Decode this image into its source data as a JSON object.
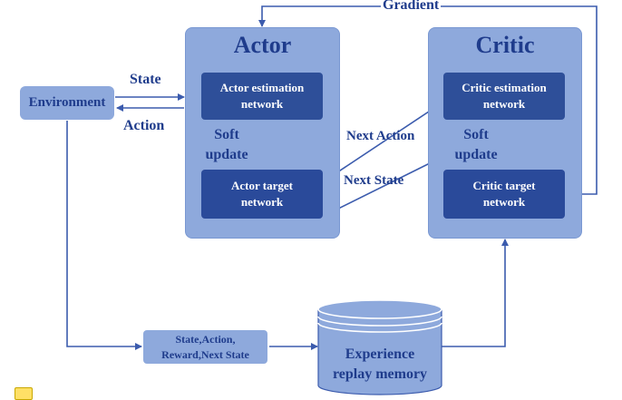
{
  "diagram": {
    "actor": {
      "title": "Actor",
      "estimation": "Actor estimation\nnetwork",
      "target": "Actor target\nnetwork",
      "soft_update": "Soft\nupdate"
    },
    "critic": {
      "title": "Critic",
      "estimation": "Critic estimation\nnetwork",
      "target": "Critic target\nnetwork",
      "soft_update": "Soft\nupdate"
    },
    "environment": "Environment",
    "labels": {
      "state": "State",
      "action": "Action",
      "next_action": "Next Action",
      "next_state": "Next State",
      "gradient": "Gradient"
    },
    "transition": "State,Action,\nReward,Next State",
    "memory": "Experience\nreplay memory"
  },
  "colors": {
    "panel": "#8ea9dc",
    "network": "#2e4f99",
    "text": "#1f3c8c",
    "line": "#3b5bad"
  },
  "icons": {
    "note": "note-icon"
  }
}
